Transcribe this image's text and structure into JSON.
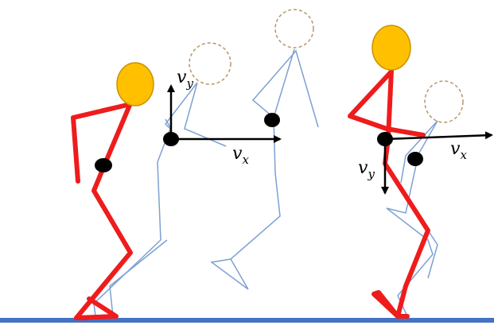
{
  "colors": {
    "red_figure": "#ee1c1c",
    "blue_figure": "#7da0d4",
    "head_fill": "#ffc000",
    "head_stroke": "#c89200",
    "dashed_head": "#b8956a",
    "ground": "#4472c4",
    "arrow": "#000000"
  },
  "labels": {
    "takeoff_vy": "v",
    "takeoff_vy_sub": "y",
    "takeoff_vx": "v",
    "takeoff_vx_sub": "x",
    "landing_vy": "v",
    "landing_vy_sub": "y",
    "landing_vx": "v",
    "landing_vx_sub": "x"
  }
}
